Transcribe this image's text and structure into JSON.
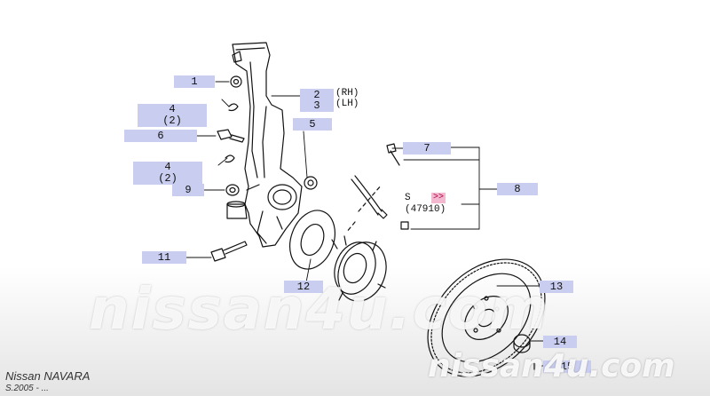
{
  "callouts": {
    "c1": "1",
    "c2": "2",
    "c3": "3",
    "c4a_top": "4",
    "c4a_bottom": "(2)",
    "c5": "5",
    "c6": "6",
    "c4b_top": "4",
    "c4b_bottom": "(2)",
    "c7": "7",
    "c8": "8",
    "c9": "9",
    "c11": "11",
    "c12": "12",
    "c13": "13",
    "c14": "14",
    "c15": "15"
  },
  "notes": {
    "rh": "(RH)",
    "lh": "(LH)",
    "ref_prefix": "S",
    "ref_code": "(47910)",
    "link_marker": ">>"
  },
  "watermark": {
    "main": "nissan4u.com",
    "corner": "nissan4u.com"
  },
  "vehicle": {
    "model": "Nissan NAVARA",
    "date_range": "S.2005 - ..."
  },
  "colors": {
    "callout_bg": "#c9cdef",
    "line": "#111111",
    "link_marker_bg": "#f2b8cf"
  }
}
